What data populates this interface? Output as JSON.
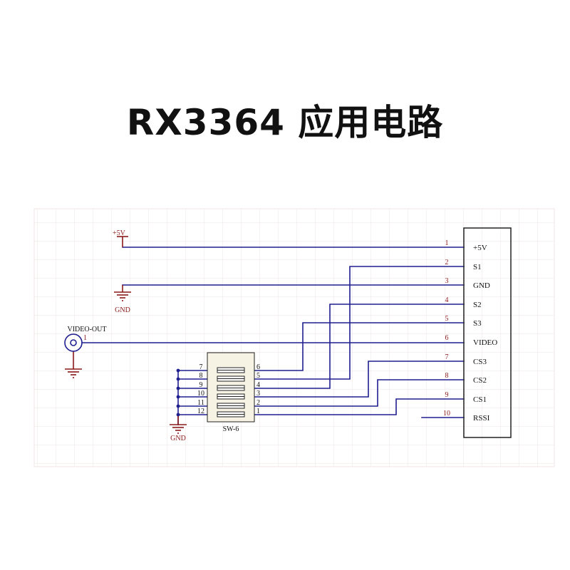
{
  "title": "RX3364 应用电路",
  "colors": {
    "wire": "#1f1f8f",
    "power": "#8b1a1a",
    "box": "#222222",
    "switch_fill": "#f6f2e4",
    "grid": "#efe4e4",
    "label_blue": "#1f1f8f",
    "label_red": "#8b1a1a"
  },
  "power_label": "+5V",
  "gnd_label": "GND",
  "video_out": {
    "label": "VIDEO-OUT",
    "pin": "1"
  },
  "connector": {
    "pins": [
      {
        "num": "1",
        "name": "+5V"
      },
      {
        "num": "2",
        "name": "S1"
      },
      {
        "num": "3",
        "name": "GND"
      },
      {
        "num": "4",
        "name": "S2"
      },
      {
        "num": "5",
        "name": "S3"
      },
      {
        "num": "6",
        "name": "VIDEO"
      },
      {
        "num": "7",
        "name": "CS3"
      },
      {
        "num": "8",
        "name": "CS2"
      },
      {
        "num": "9",
        "name": "CS1"
      },
      {
        "num": "10",
        "name": "RSSI"
      }
    ]
  },
  "switch": {
    "label": "SW-6",
    "left_pins": [
      "7",
      "8",
      "9",
      "10",
      "11",
      "12"
    ],
    "right_pins": [
      "6",
      "5",
      "4",
      "3",
      "2",
      "1"
    ]
  }
}
